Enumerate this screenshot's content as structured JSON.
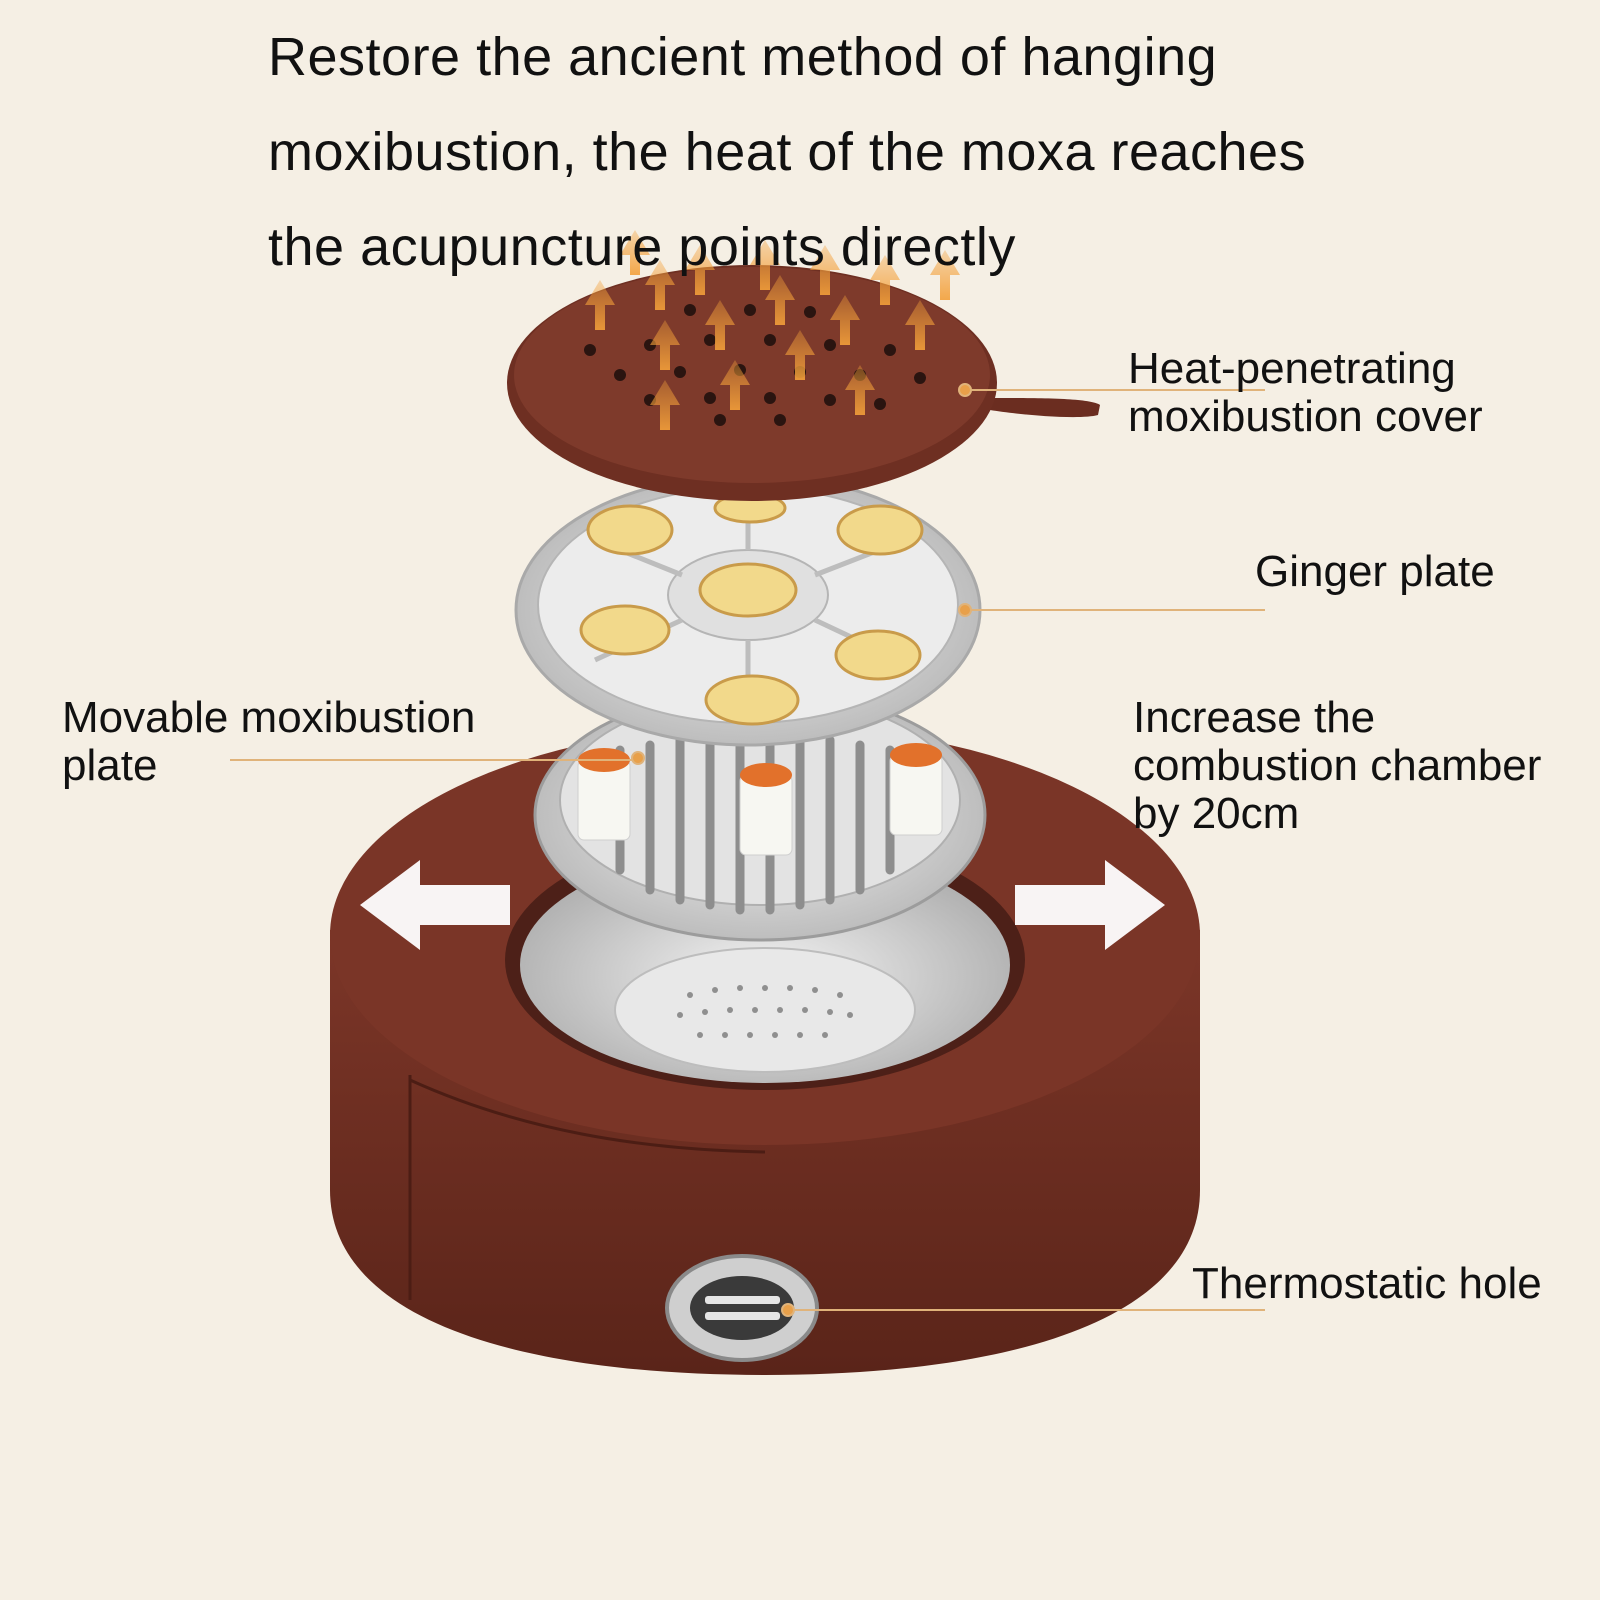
{
  "headline": {
    "line1": "Restore the ancient method of hanging",
    "line2": "moxibustion, the heat of the moxa reaches",
    "line3": "the acupuncture points directly"
  },
  "callouts": {
    "cover": {
      "line1": "Heat-penetrating",
      "line2": "moxibustion cover"
    },
    "ginger": {
      "line1": "Ginger plate"
    },
    "movable": {
      "line1": "Movable moxibustion",
      "line2": "plate"
    },
    "chamber": {
      "line1": "Increase the",
      "line2": "combustion chamber",
      "line3": "by 20cm"
    },
    "thermostat": {
      "line1": "Thermostatic hole"
    }
  },
  "colors": {
    "background": "#f5efe4",
    "fabric": "#6e2f22",
    "arrow": "#f0a030",
    "leader": "#e0b37a",
    "metal": "#d9d9d9",
    "ginger": "#f2d98b"
  },
  "icons": {
    "heat": "up-arrow-icon",
    "expand_left": "left-arrow-icon",
    "expand_right": "right-arrow-icon"
  }
}
